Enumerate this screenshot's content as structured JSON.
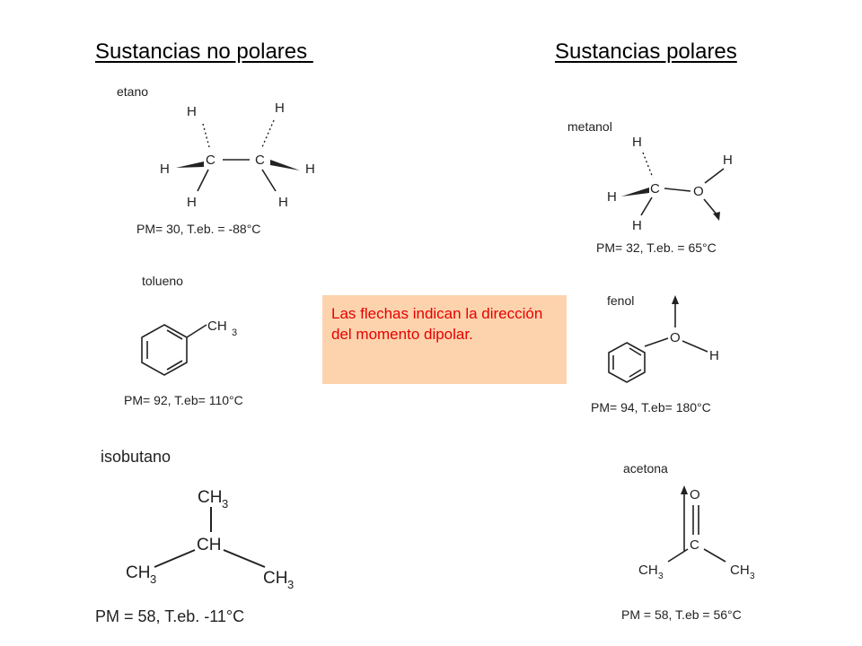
{
  "headings": {
    "nonpolar": "Sustancias no polares ",
    "polar": "Sustancias polares"
  },
  "note": "Las flechas indican la dirección del momento dipolar.",
  "molecules": {
    "etano": {
      "name": "etano",
      "props": "PM= 30,  T.eb. = -88°C"
    },
    "tolueno": {
      "name": "tolueno",
      "props": "PM= 92,  T.eb= 110°C"
    },
    "isobutano": {
      "name": "isobutano",
      "props": "PM = 58, T.eb. -11°C"
    },
    "metanol": {
      "name": "metanol",
      "props": "PM= 32,  T.eb. = 65°C"
    },
    "fenol": {
      "name": "fenol",
      "props": "PM= 94,  T.eb= 180°C"
    },
    "acetona": {
      "name": "acetona",
      "props": "PM = 58, T.eb = 56°C"
    }
  },
  "atoms": {
    "H": "H",
    "C": "C",
    "O": "O",
    "CH": "CH",
    "CH3": "CH",
    "sub3": "3"
  }
}
